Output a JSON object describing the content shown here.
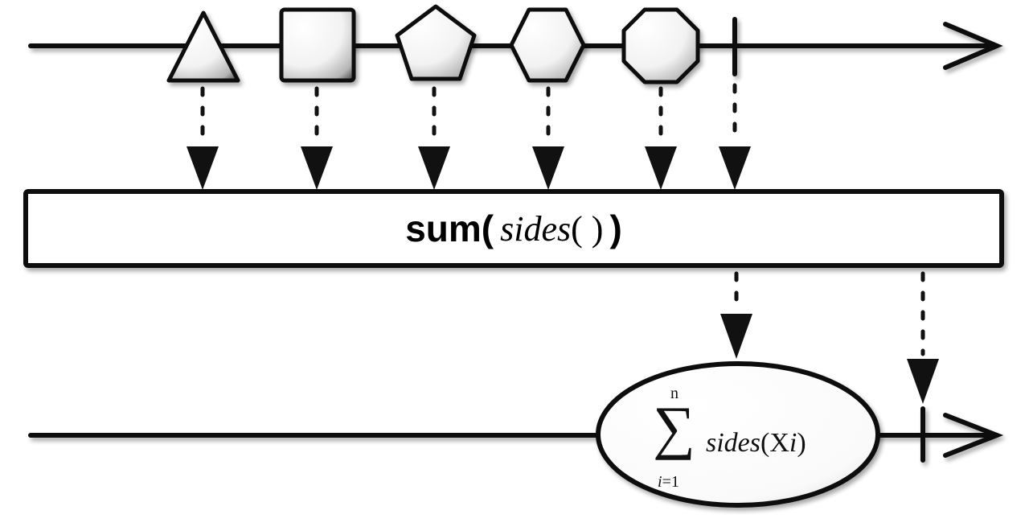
{
  "diagram": {
    "operator": {
      "function_name": "sum(",
      "argument": "sides",
      "argument_parens": "( )",
      "close": ")"
    },
    "input_items": [
      {
        "shape": "triangle",
        "sides": 3
      },
      {
        "shape": "square",
        "sides": 4
      },
      {
        "shape": "pentagon",
        "sides": 5
      },
      {
        "shape": "hexagon",
        "sides": 6
      },
      {
        "shape": "octagon",
        "sides": 8
      }
    ],
    "result_formula": {
      "summation_symbol": "∑",
      "upper_limit": "n",
      "lower_index": "i",
      "lower_value": "=1",
      "function": "sides",
      "open_paren": "(",
      "variable": "X",
      "variable_index": "i",
      "close_paren": ")"
    },
    "colors": {
      "stroke": "#111111",
      "background": "#ffffff",
      "shape_fill_light": "#ffffff",
      "shape_fill_dark": "#4a4a4a"
    }
  }
}
